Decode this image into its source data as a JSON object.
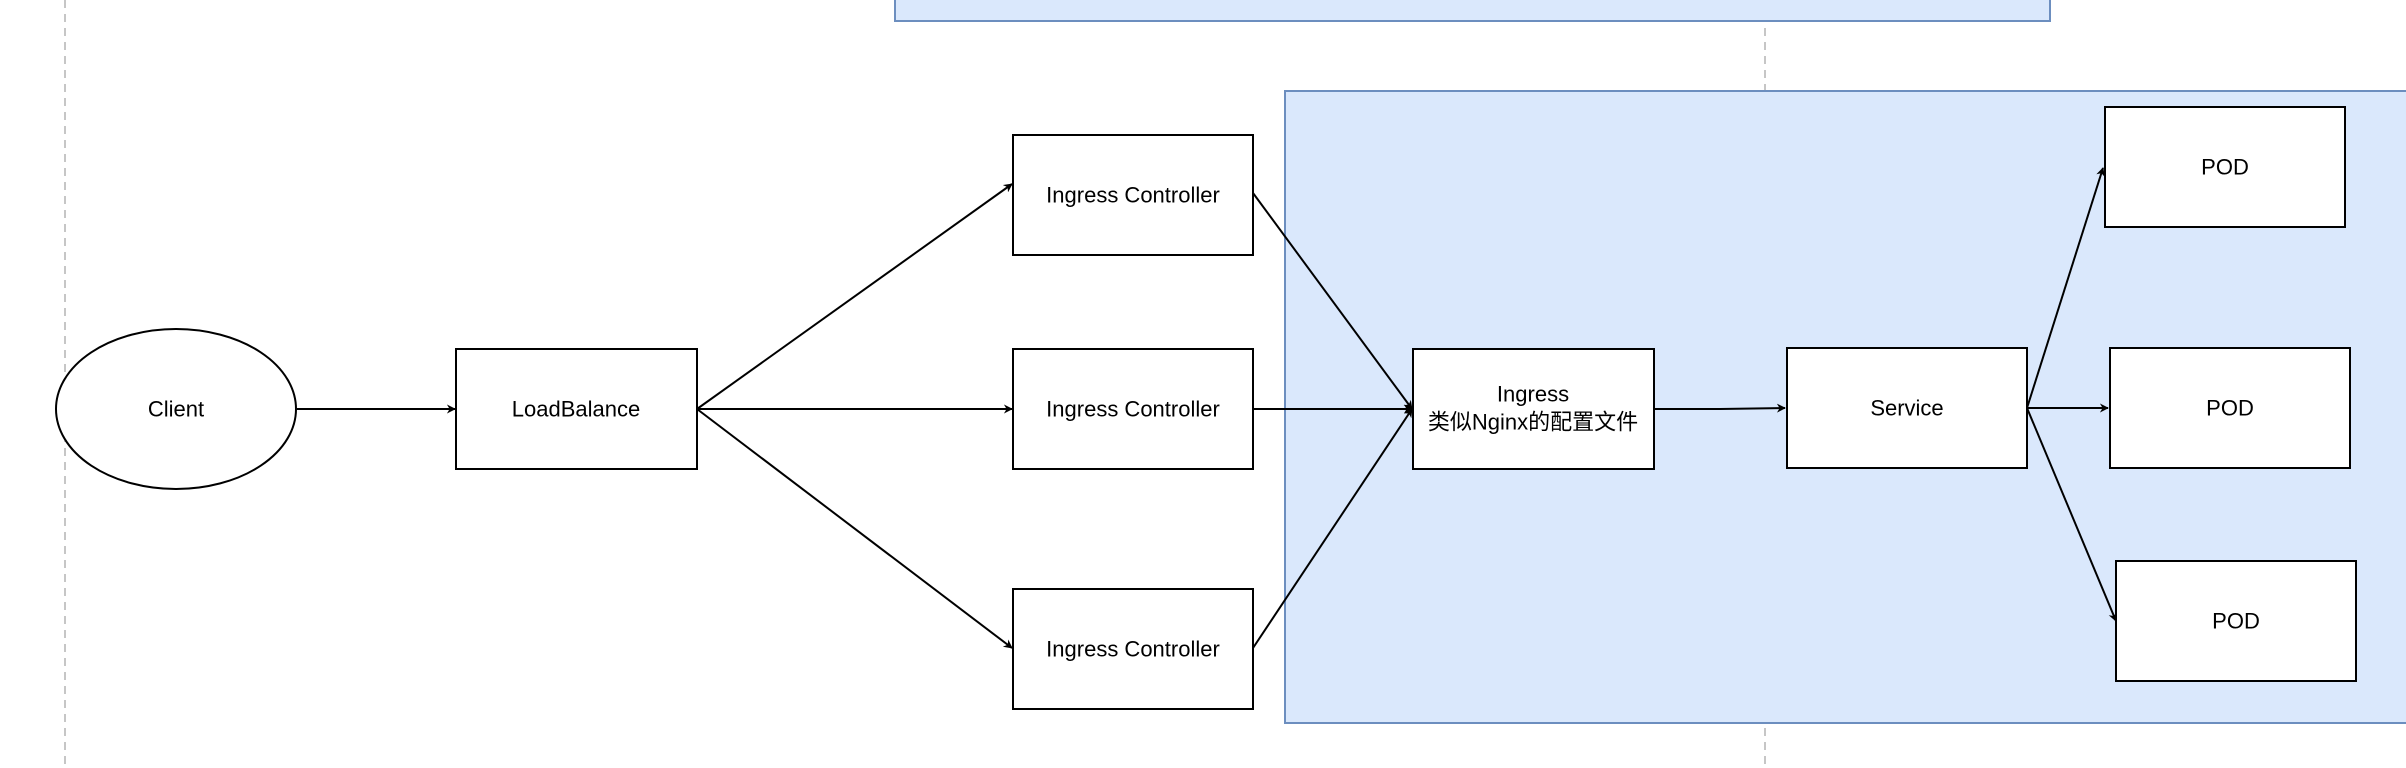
{
  "colors": {
    "background": "#ffffff",
    "cluster_fill": "#dae8fc",
    "cluster_stroke": "#6c8ebf",
    "node_stroke": "#000000",
    "node_fill": "#ffffff",
    "edge": "#000000",
    "guide_line": "#b3b3b3"
  },
  "nodes": {
    "client": {
      "label": "Client",
      "shape": "ellipse"
    },
    "loadbalance": {
      "label": "LoadBalance",
      "shape": "rectangle"
    },
    "ingress_controller_1": {
      "label": "Ingress Controller",
      "shape": "rectangle"
    },
    "ingress_controller_2": {
      "label": "Ingress Controller",
      "shape": "rectangle"
    },
    "ingress_controller_3": {
      "label": "Ingress Controller",
      "shape": "rectangle"
    },
    "ingress": {
      "label_line1": "Ingress",
      "label_line2": "类似Nginx的配置文件",
      "shape": "rectangle"
    },
    "service": {
      "label": "Service",
      "shape": "rectangle"
    },
    "pod_1": {
      "label": "POD",
      "shape": "rectangle"
    },
    "pod_2": {
      "label": "POD",
      "shape": "rectangle"
    },
    "pod_3": {
      "label": "POD",
      "shape": "rectangle"
    }
  },
  "edges": [
    {
      "from": "client",
      "to": "loadbalance"
    },
    {
      "from": "loadbalance",
      "to": "ingress_controller_1"
    },
    {
      "from": "loadbalance",
      "to": "ingress_controller_2"
    },
    {
      "from": "loadbalance",
      "to": "ingress_controller_3"
    },
    {
      "from": "ingress_controller_1",
      "to": "ingress"
    },
    {
      "from": "ingress_controller_2",
      "to": "ingress"
    },
    {
      "from": "ingress_controller_3",
      "to": "ingress"
    },
    {
      "from": "ingress",
      "to": "service"
    },
    {
      "from": "service",
      "to": "pod_1"
    },
    {
      "from": "service",
      "to": "pod_2"
    },
    {
      "from": "service",
      "to": "pod_3"
    }
  ]
}
